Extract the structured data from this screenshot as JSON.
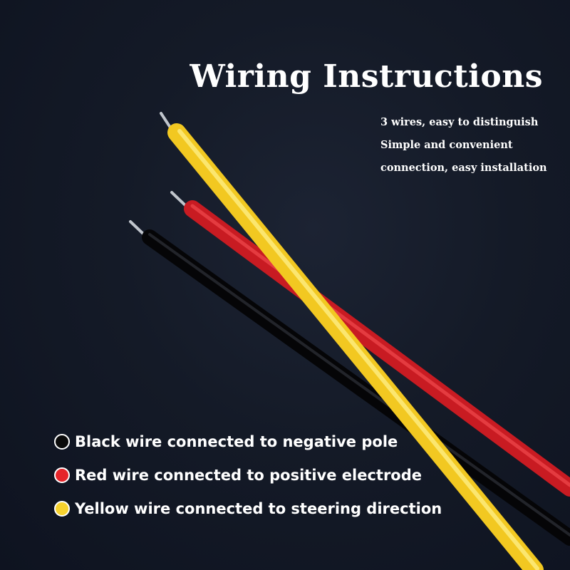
{
  "title": "Wiring Instructions",
  "subtitle": [
    "3 wires, easy to distinguish",
    "Simple and convenient",
    "connection, easy installation"
  ],
  "legend": [
    {
      "label": "Black wire connected to negative pole",
      "color": "#0a0a0a"
    },
    {
      "label": "Red wire connected to positive electrode",
      "color": "#e5252a"
    },
    {
      "label": "Yellow wire connected to steering direction",
      "color": "#f7d22e"
    }
  ],
  "colors": {
    "black_wire": "#0c0c0e",
    "red_wire": "#e0242c",
    "yellow_wire": "#f8d52f",
    "copper_tip": "#b9bec5"
  }
}
